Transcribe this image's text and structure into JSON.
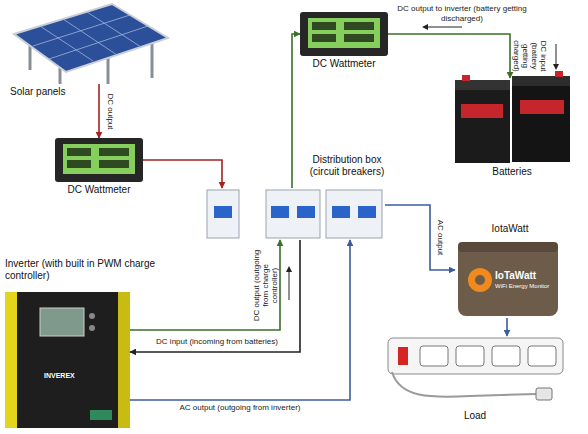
{
  "diagram": {
    "nodes": [
      {
        "text": [
          "Solar panels"
        ]
      },
      {
        "text": [
          "DC Wattmeter"
        ]
      },
      {
        "text": [
          "Batteries"
        ]
      },
      {
        "text": [
          "DC Wattmeter"
        ]
      },
      {
        "text": [
          "Distribution box (circuit breakers)"
        ]
      },
      {
        "text": [
          "IotaWatt"
        ]
      },
      {
        "text": [
          "Inverter (with built in PWM charge controller)"
        ]
      },
      {
        "text": [
          "Load"
        ]
      }
    ],
    "edges": [
      {
        "from": 0,
        "to": 3,
        "arrow": "to",
        "label": "DC output"
      },
      {
        "from": 4,
        "to": 1,
        "arrow": "to"
      },
      {
        "from": 1,
        "to": 2,
        "arrow": "to",
        "label": "DC input (battery getting charged)"
      },
      {
        "from": 3,
        "to": 4,
        "arrow": "to"
      },
      {
        "from": 4,
        "to": 5,
        "arrow": "to",
        "label": "AC output"
      },
      {
        "from": 5,
        "to": 7,
        "arrow": "to"
      },
      {
        "from": 4,
        "to": 6,
        "arrow": "to",
        "label": "DC input (incoming from batteries)"
      },
      {
        "from": 6,
        "to": 4,
        "arrow": "to",
        "label": "DC output (outgoing from charge controller)"
      },
      {
        "from": 6,
        "to": 4,
        "arrow": "to",
        "label": "AC output (outgoing from inverter)"
      }
    ],
    "labels": [
      "DC output to inverter (battery getting discharged)",
      "IoTaWatt",
      "WiFi Energy Monitor",
      "INVEREX"
    ]
  }
}
